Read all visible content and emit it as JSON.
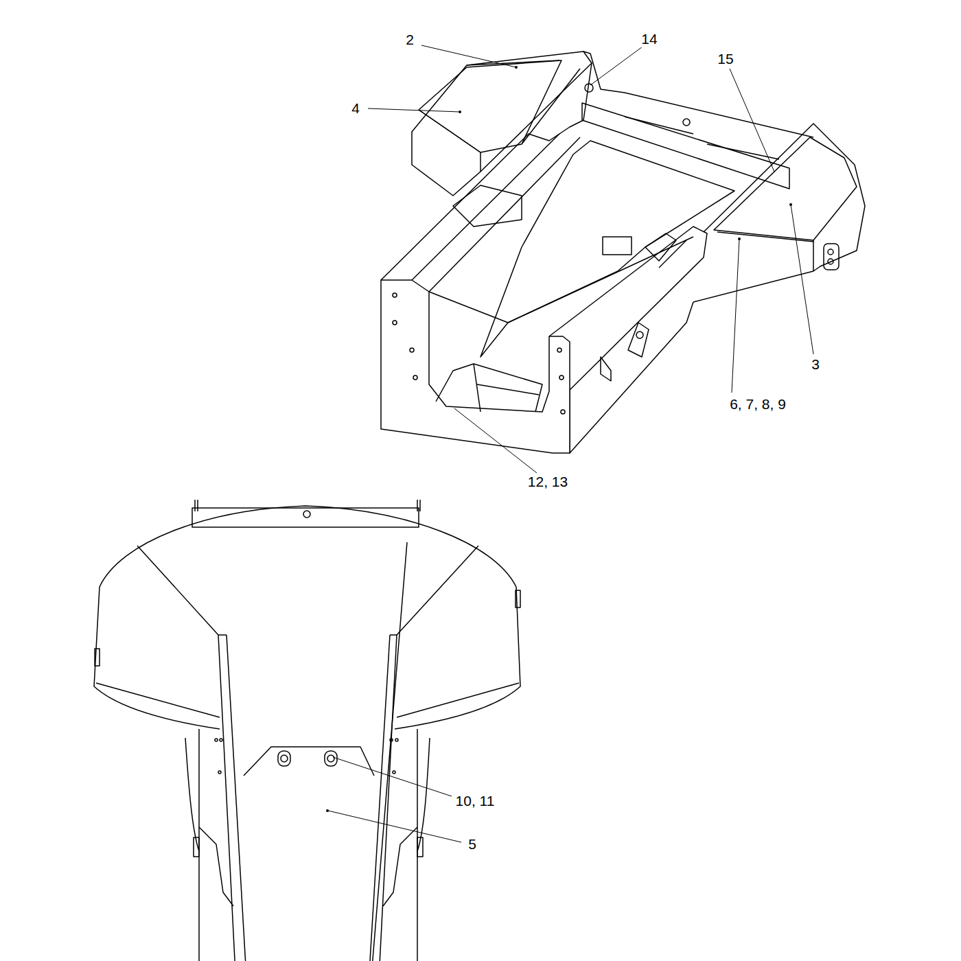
{
  "diagram": {
    "labels": [
      "2",
      "14",
      "15",
      "4",
      "3",
      "6, 7, 8, 9",
      "12, 13",
      "10, 11",
      "5"
    ]
  }
}
